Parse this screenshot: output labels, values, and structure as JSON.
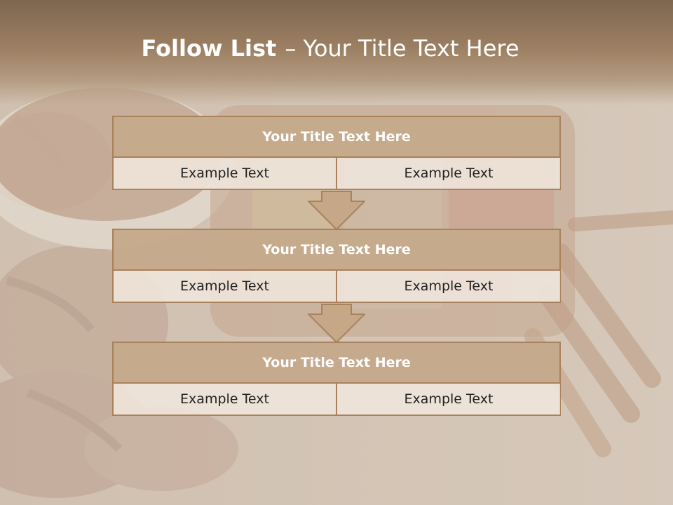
{
  "slide": {
    "title_bold": "Follow List",
    "title_rest": "– Your Title Text Here"
  },
  "steps": [
    {
      "title": "Your Title Text Here",
      "left": "Example Text",
      "right": "Example Text"
    },
    {
      "title": "Your Title Text Here",
      "left": "Example Text",
      "right": "Example Text"
    },
    {
      "title": "Your Title Text Here",
      "left": "Example Text",
      "right": "Example Text"
    }
  ],
  "colors": {
    "header": "#9c7f62",
    "box_title": "#c4a889",
    "border": "#a8825c"
  }
}
